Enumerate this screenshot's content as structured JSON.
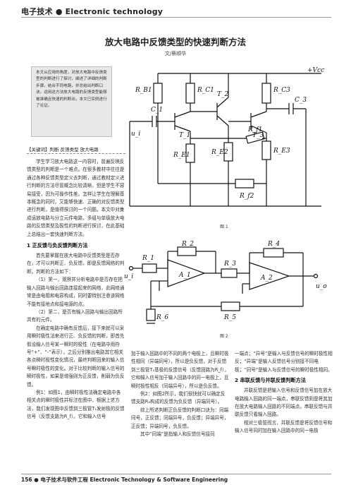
{
  "header": {
    "section": "电子技术 ● Electronic technology"
  },
  "article": {
    "title": "放大电路中反馈类型的快速判断方法",
    "author": "文/蔡顺华",
    "abstract": "本文从应用的角度，对放大电路中反馈类型的判断进行了探讨，阐述了详细的判断步骤，结合不同电路，并总结出判断口诀。运用这方法放大电路的反馈类型能够被准确且快速的判断出，本文已实例进行了论证。",
    "keywords": "【关键词】判断 反馈类型 放大电路"
  },
  "left_column": {
    "intro": "学生学习放大电路这一内容时，普遍反映反馈类型的判断是一个难点。在很多教材中往往是通过各种反馈类型定义去判断，通过教材定义进行判断的方法尽管概念比较清晰，但是学生不容易接受，因为可操作性差。怎样让学生在理解基本概念的同时，又能够快速、正确的对反馈类型进行判断，是值得探讨的一个问题。本文中对集成运放电路与分立元件电路，多组与单级放大电路的反馈类型及极性的判断进行探讨，在此基础上总结出一套快速判断方法。",
    "section1": "1 正反馈与负反馈判断方法",
    "p1": "首先要掌握在放大电路中反馈类型是否存在，才可以判断正、负反馈，即是反馈网络的判断。判断的方法如下：",
    "p2": "（1）第一，观察并分析电路中是否存在把输入回路与输出回路连接起来的网络，此网络通常是由电阻和电容构成，同时要特别注意该网络不能有接地点和接电源的点。",
    "p3": "（2）第二，是否有输入回路与输出回路所共有的元件。",
    "p4": "在确定电路中确有反馈后，接下来就可以采用瞬时极性法来进行正、负反馈的判断，即首先假设输入信号某一瞬时的极性（在电路中用符号“+”、“-”表示），之后分别推出电路其它相关各点瞬时极性变化情况，最终判断回来的输入信号瞬时极性的变化。对于比较判断的输入信号的瞬时极性，如果是增强则为正反馈，削弱为负反馈。",
    "p5": "例1：如图1，由瞬时极性法确定电路中各相关点的瞬时极性并标注在图中，根据上述方法，我们发现图中反馈到三极管T₁发射极的反馈信号（反馈支路为R_f）。它和输入信号"
  },
  "bottom_columns": {
    "c1": "加于输入回路中的不同的两个电极上，且瞬时极性相同（异端同号），所以是负反馈，对于反馈到三极管T₁基极的反馈信号（反馈回路为R_f），它和输入信号加于输入回路中的同一电极上，且瞬时极性相反（同端异号），所以是负反馈。",
    "c1b": "例2：如图2所示，我们很快就可以确定反馈支路R₆构成的反馈为负反馈（异端同号）。",
    "c1c": "综上所述判断正负反馈的判断口诀为：同端同号，正反馈；同端异号，负反馈；异端异号，正反馈；异端同号，负反馈。",
    "c1d": "其中“同端”是指输入和反馈信号接同",
    "c2": "一端点；“异号”是输入与反馈信号的瞬时极性相反；“异端”是输入反馈信号分别接不同电极；“同号”是输入与反馈信号的瞬时极性相同。",
    "section2": "2 串联反馈与并联反馈判断方法",
    "c2b": "并联反馈是把输入信号和反馈信号加在放大电路输入回路的同一端点，串联反馈则是将其加在放大电路输入回路的不同端点，串联反馈与并联反馈只看输入回路。",
    "c2c": "相对三极管而言，并联反馈是将反馈信号和输入信号同时加在输入回路中的同一电极"
  },
  "figure1": {
    "caption": "图 1",
    "labels": {
      "vcc": "+Vcc",
      "rb1": "R_B1",
      "rc1": "R_C1",
      "rc3": "R_C3",
      "c1": "C_1",
      "c3": "C_3",
      "t1": "T_1",
      "t2": "T_2",
      "t3": "T_3",
      "re1": "R_E1",
      "re2": "R_E2",
      "re3": "R_E3",
      "rf1": "R_f1",
      "rf2": "R_f2",
      "ui": "u_i"
    }
  },
  "figure2": {
    "caption": "图 2",
    "labels": {
      "r1": "R_1",
      "r2": "R_2",
      "r3": "R_3",
      "r4": "R_4",
      "r5": "R_5",
      "r6": "R_6",
      "a1": "A_1",
      "a2": "A_2",
      "ui": "u_i",
      "uo": "u_o"
    }
  },
  "footer": {
    "text": "156 ● 电子技术与软件工程 Electronic Technology & Software Engineering"
  }
}
